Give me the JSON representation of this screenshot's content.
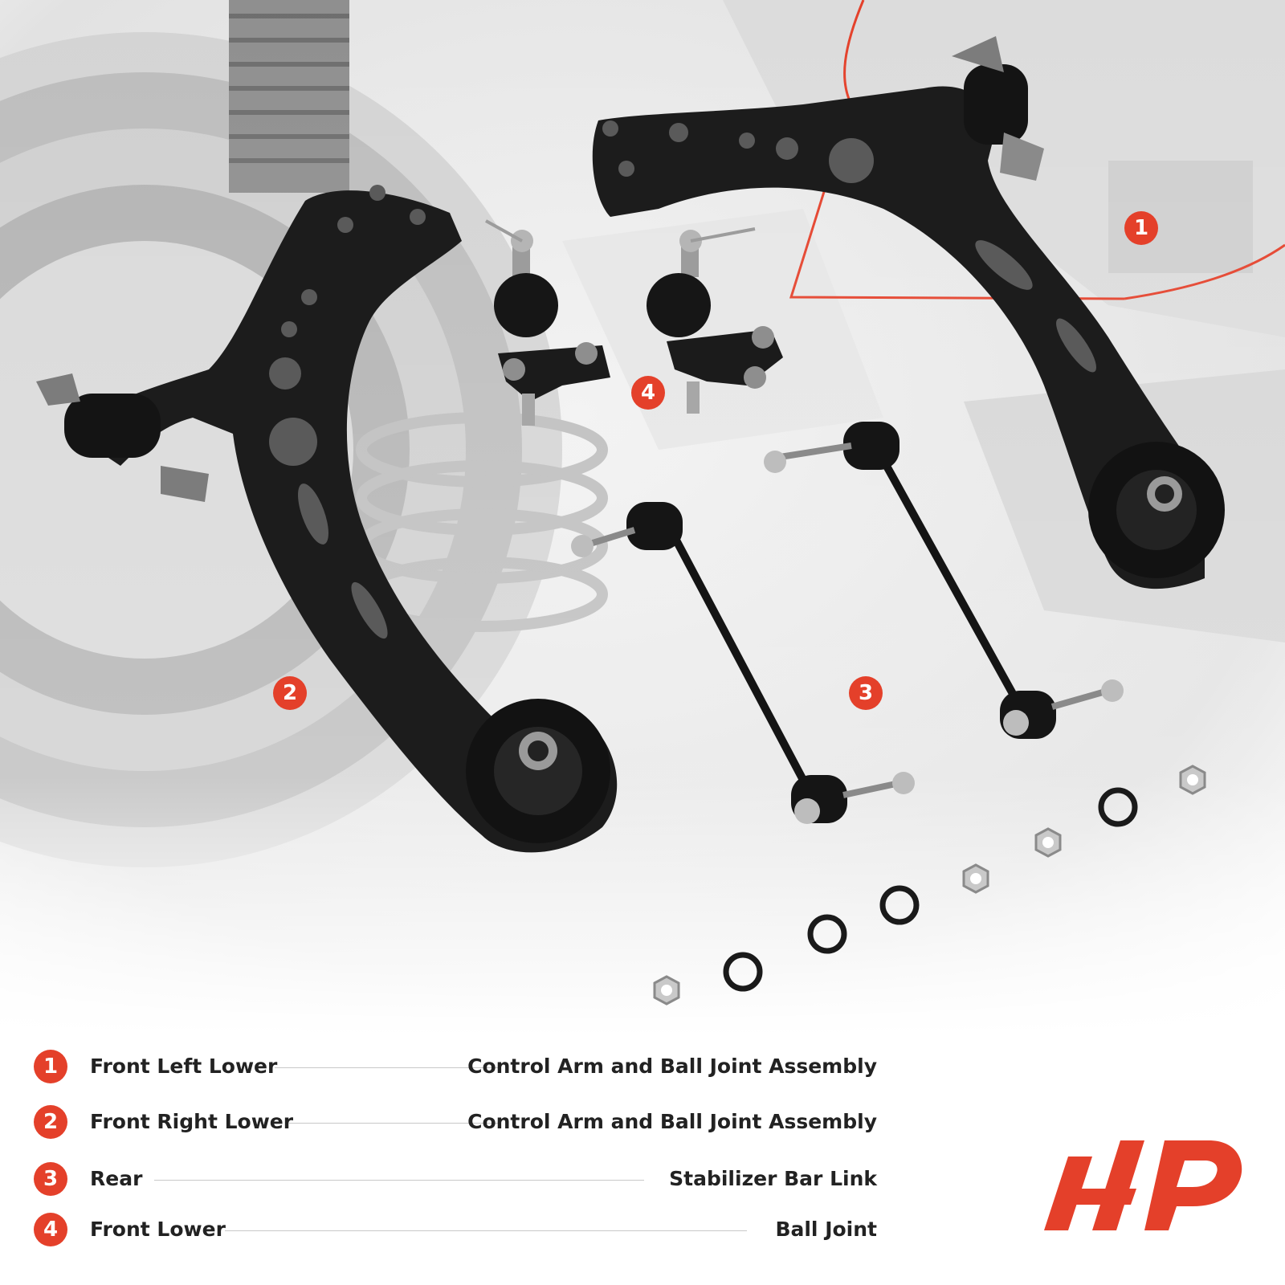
{
  "callouts": [
    {
      "number": "1"
    },
    {
      "number": "2"
    },
    {
      "number": "3"
    },
    {
      "number": "4"
    }
  ],
  "legend": [
    {
      "number": "1",
      "part": "Front Left Lower",
      "description": "Control Arm and Ball Joint Assembly"
    },
    {
      "number": "2",
      "part": "Front Right Lower",
      "description": "Control Arm and Ball Joint Assembly"
    },
    {
      "number": "3",
      "part": "Rear",
      "description": "Stabilizer Bar Link"
    },
    {
      "number": "4",
      "part": "Front Lower",
      "description": "Ball Joint"
    }
  ],
  "colors": {
    "accent": "#e4402a",
    "text": "#222222",
    "part": "#1a1a1a",
    "background_scene": "#e9e9e9"
  },
  "icons": {
    "logo": "brand-logo",
    "control_arm": "control-arm-icon",
    "ball_joint": "ball-joint-icon",
    "sway_link": "stabilizer-link-icon"
  }
}
